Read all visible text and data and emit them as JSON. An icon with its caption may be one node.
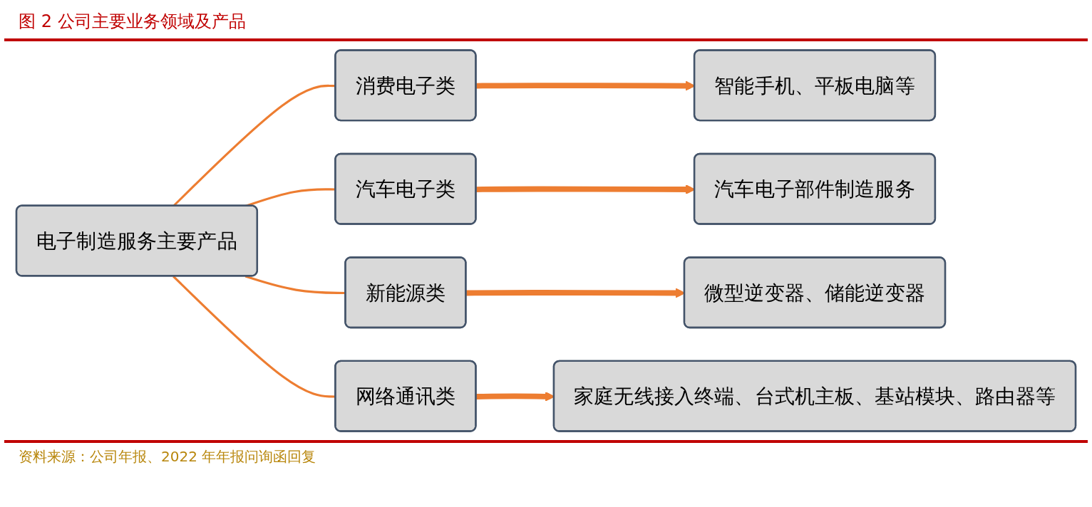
{
  "diagram": {
    "title": "图 2 公司主要业务领域及产品",
    "caption": "资料来源：公司年报、2022 年年报问询函回复",
    "nodes": [
      {
        "text": [
          "电子制造服务主要产品"
        ]
      },
      {
        "text": [
          "消费电子类"
        ]
      },
      {
        "text": [
          "汽车电子类"
        ]
      },
      {
        "text": [
          "新能源类"
        ]
      },
      {
        "text": [
          "网络通讯类"
        ]
      },
      {
        "text": [
          "智能手机、平板电脑等"
        ]
      },
      {
        "text": [
          "汽车电子部件制造服务"
        ]
      },
      {
        "text": [
          "微型逆变器、储能逆变器"
        ]
      },
      {
        "text": [
          "家庭无线接入终端、台式机主板、基站模块、路由器等"
        ]
      }
    ],
    "edges": [
      {
        "from": 0,
        "to": 1,
        "arrow": "none"
      },
      {
        "from": 0,
        "to": 2,
        "arrow": "none"
      },
      {
        "from": 0,
        "to": 3,
        "arrow": "none"
      },
      {
        "from": 0,
        "to": 4,
        "arrow": "none"
      },
      {
        "from": 1,
        "to": 5,
        "arrow": "to",
        "style": "thick"
      },
      {
        "from": 2,
        "to": 6,
        "arrow": "to",
        "style": "thick"
      },
      {
        "from": 3,
        "to": 7,
        "arrow": "to",
        "style": "thick"
      },
      {
        "from": 4,
        "to": 8,
        "arrow": "to",
        "style": "thick"
      }
    ]
  }
}
